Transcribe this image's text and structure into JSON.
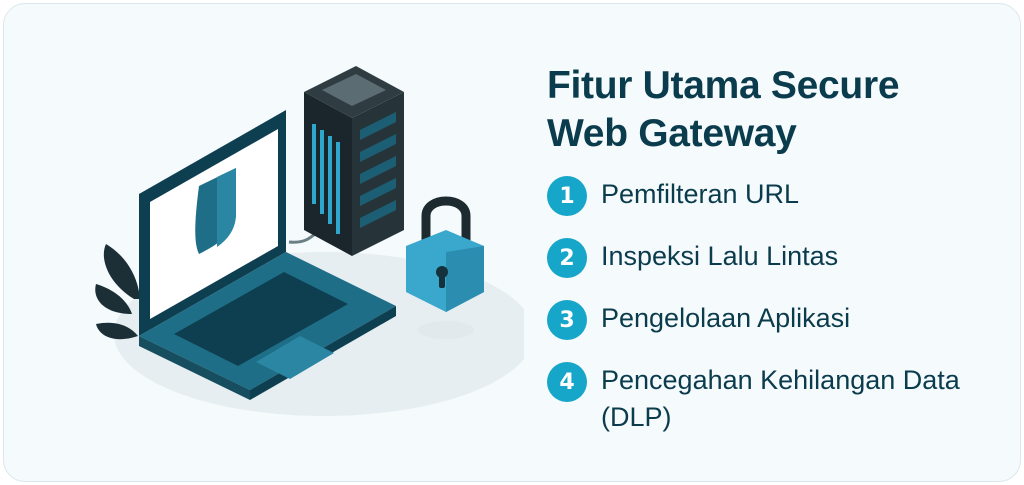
{
  "title": "Fitur Utama Secure Web Gateway",
  "features": [
    {
      "number": "1",
      "label": "Pemfilteran URL"
    },
    {
      "number": "2",
      "label": "Inspeksi Lalu Lintas"
    },
    {
      "number": "3",
      "label": "Pengelolaan Aplikasi"
    },
    {
      "number": "4",
      "label": "Pencegahan Kehilangan Data (DLP)"
    }
  ],
  "colors": {
    "primary_dark": "#0b3c4d",
    "accent": "#16a6c9",
    "teal": "#1f5f73",
    "light_blue": "#5bbcd6"
  },
  "icons": [
    "laptop-icon",
    "shield-icon",
    "server-rack-icon",
    "padlock-icon",
    "plant-leaf-icon"
  ]
}
